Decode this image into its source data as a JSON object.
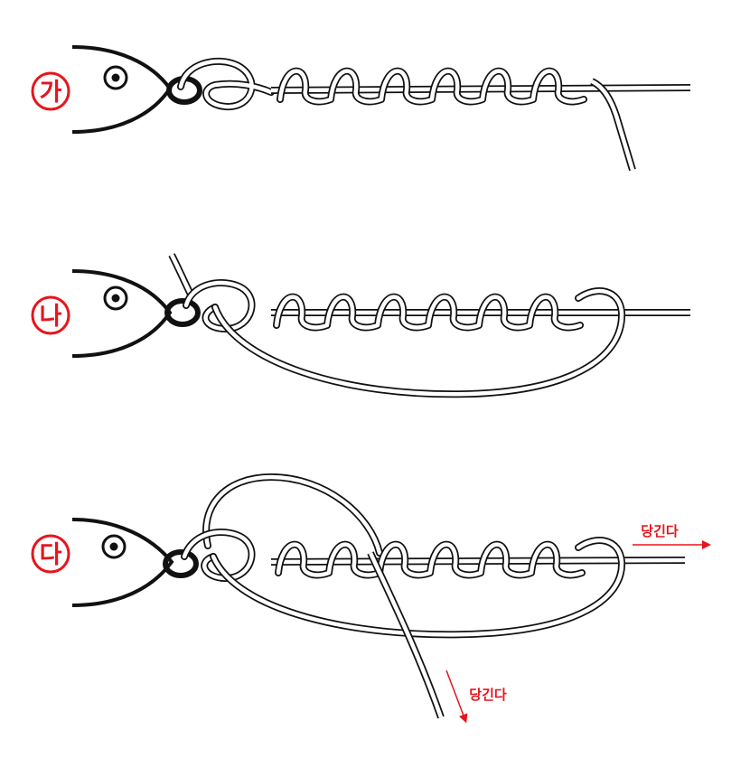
{
  "steps": [
    {
      "marker": "가"
    },
    {
      "marker": "나"
    },
    {
      "marker": "다",
      "pull_main": "당긴다",
      "pull_tag": "당긴다"
    }
  ],
  "colors": {
    "accent": "#e8141c",
    "line": "#111111",
    "fill": "#ffffff"
  }
}
